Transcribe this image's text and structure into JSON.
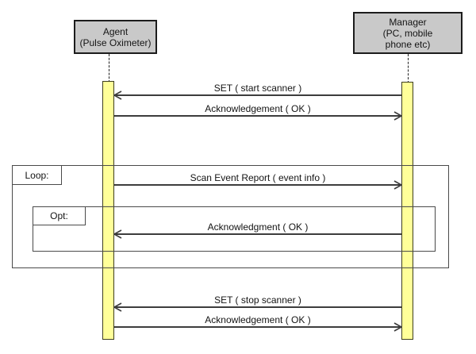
{
  "diagram": {
    "type": "uml-sequence-diagram"
  },
  "actors": [
    {
      "id": "agent",
      "lines": [
        "Agent",
        "(Pulse Oximeter)"
      ]
    },
    {
      "id": "manager",
      "lines": [
        "Manager",
        "(PC, mobile",
        "phone etc)"
      ]
    }
  ],
  "frames": [
    {
      "id": "loop",
      "label": "Loop:"
    },
    {
      "id": "opt",
      "label": "Opt:"
    }
  ],
  "messages": [
    {
      "label": "SET ( start scanner )",
      "from": "manager",
      "to": "agent",
      "direction": "left"
    },
    {
      "label": "Acknowledgement ( OK )",
      "from": "agent",
      "to": "manager",
      "direction": "right"
    },
    {
      "label": "Scan Event Report ( event info )",
      "from": "agent",
      "to": "manager",
      "direction": "right",
      "frame": "loop"
    },
    {
      "label": "Acknowledgment ( OK )",
      "from": "manager",
      "to": "agent",
      "direction": "left",
      "frame": "opt"
    },
    {
      "label": "SET ( stop scanner )",
      "from": "manager",
      "to": "agent",
      "direction": "left"
    },
    {
      "label": "Acknowledgement ( OK )",
      "from": "agent",
      "to": "manager",
      "direction": "right"
    }
  ],
  "colors": {
    "background": "#ffffff",
    "actor_fill": "#c9c9c9",
    "activation_fill": "#ffff99",
    "line": "#3d3d3d",
    "frame_border": "#4a4a4a"
  }
}
